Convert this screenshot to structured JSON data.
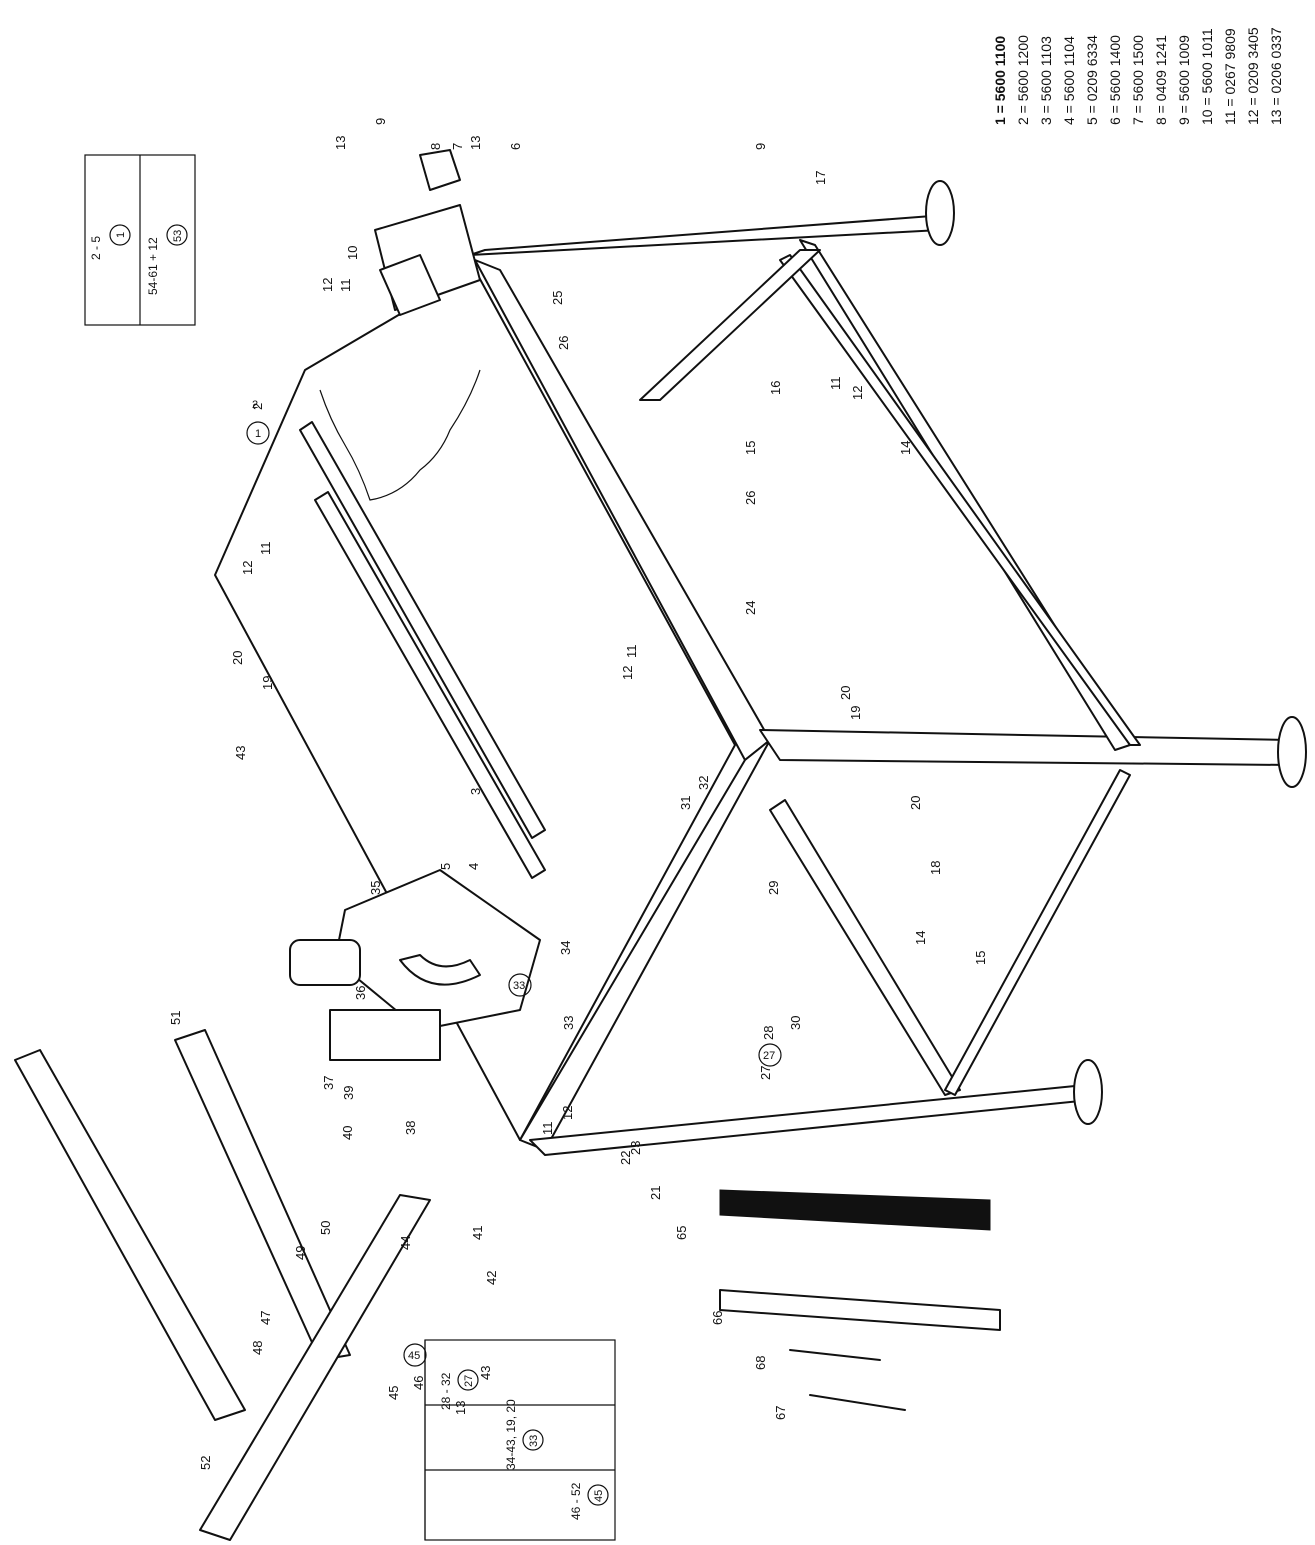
{
  "part_numbers": [
    {
      "text": "1 = 5600 1100",
      "bold": true
    },
    {
      "text": "2 = 5600 1200",
      "bold": false
    },
    {
      "text": "3 = 5600 1103",
      "bold": false
    },
    {
      "text": "4 = 5600 1104",
      "bold": false
    },
    {
      "text": "5 = 0209 6334",
      "bold": false
    },
    {
      "text": "6 = 5600 1400",
      "bold": false
    },
    {
      "text": "7 = 5600 1500",
      "bold": false
    },
    {
      "text": "8 = 0409 1241",
      "bold": false
    },
    {
      "text": "9 = 5600 1009",
      "bold": false
    },
    {
      "text": "10 = 5600 1011",
      "bold": false
    },
    {
      "text": "11 = 0267 9809",
      "bold": false
    },
    {
      "text": "12 = 0209 3405",
      "bold": false
    },
    {
      "text": "13 = 0206 0337",
      "bold": false
    }
  ],
  "group_box_top": {
    "rows": [
      {
        "range": "2 - 5",
        "group": "1"
      },
      {
        "range": "54-61 + 12",
        "group": "53"
      }
    ]
  },
  "group_box_bottom": {
    "rows": [
      {
        "range": "28 - 32",
        "group": "27"
      },
      {
        "range": "34-43, 19, 20",
        "group": "33"
      },
      {
        "range": "46 - 52",
        "group": "45"
      }
    ]
  },
  "callouts": [
    "13",
    "8",
    "9",
    "13",
    "7",
    "6",
    "10",
    "11",
    "12",
    "2",
    "11",
    "12",
    "20",
    "19",
    "43",
    "3",
    "5",
    "4",
    "26",
    "25",
    "9",
    "17",
    "16",
    "11",
    "12",
    "15",
    "14",
    "26",
    "24",
    "12",
    "11",
    "20",
    "19",
    "20",
    "18",
    "32",
    "31",
    "29",
    "27",
    "28",
    "30",
    "34",
    "33",
    "35",
    "36",
    "37",
    "39",
    "40",
    "44",
    "38",
    "11",
    "12",
    "51",
    "49",
    "50",
    "41",
    "42",
    "43",
    "13",
    "47",
    "48",
    "45",
    "46",
    "52",
    "22",
    "23",
    "21",
    "65",
    "66",
    "68",
    "67",
    "15",
    "14"
  ],
  "circled": {
    "c1": "1",
    "c2": "2",
    "c33": "33",
    "c27": "27",
    "c45": "45"
  }
}
